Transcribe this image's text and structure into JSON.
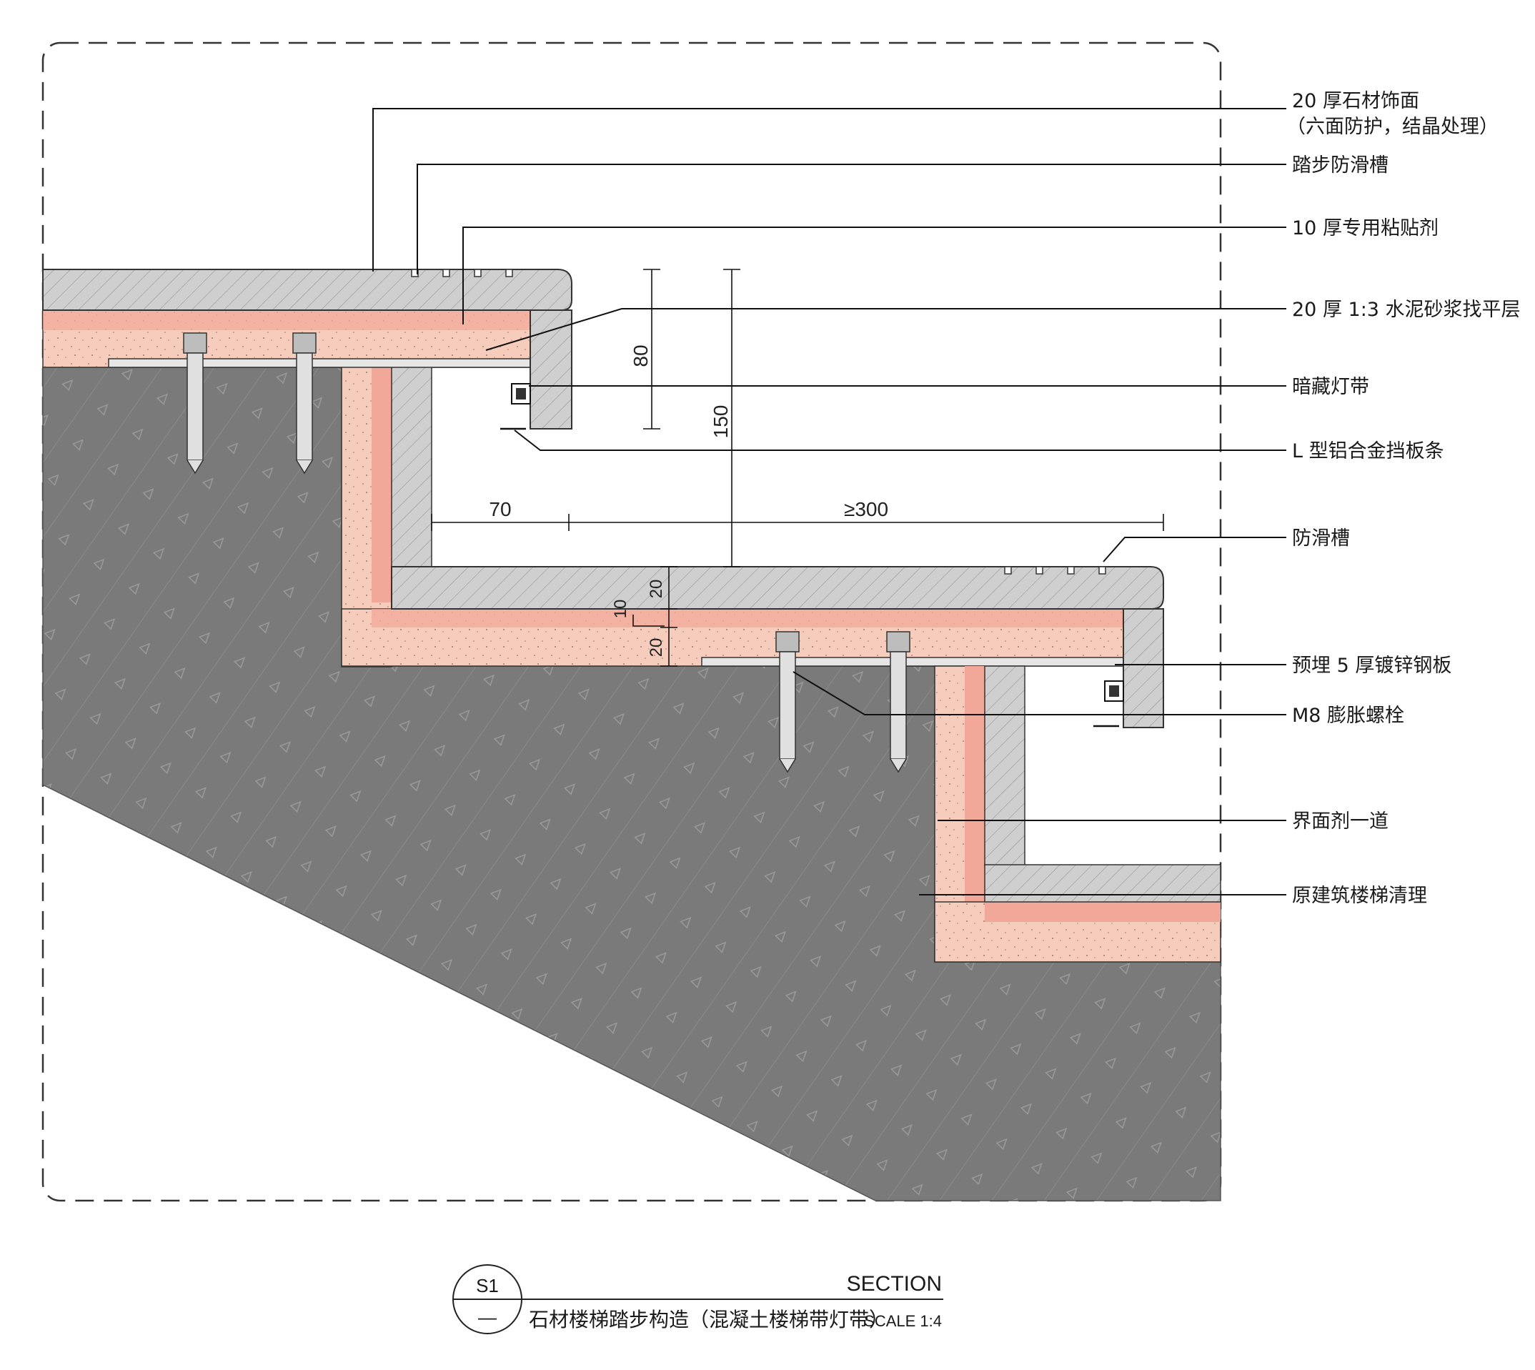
{
  "callouts": {
    "stone_facing_line1": "20 厚石材饰面",
    "stone_facing_line2": "（六面防护，结晶处理）",
    "tread_antislip_groove": "踏步防滑槽",
    "adhesive": "10 厚专用粘贴剂",
    "mortar_leveling": "20 厚 1:3 水泥砂浆找平层",
    "hidden_light_strip": "暗藏灯带",
    "l_aluminum_strip": "L 型铝合金挡板条",
    "antislip_groove": "防滑槽",
    "embedded_steel_plate": "预埋 5 厚镀锌钢板",
    "expansion_bolt": "M8 膨胀螺栓",
    "interface_agent": "界面剂一道",
    "original_stair_cleaned": "原建筑楼梯清理"
  },
  "dimensions": {
    "riser_80": "80",
    "total_150": "150",
    "nosing_70": "70",
    "tread_300": "≥300",
    "stone_20": "20",
    "adhesive_10": "10",
    "mortar_20": "20"
  },
  "title_block": {
    "code": "S1",
    "dash": "—",
    "title": "石材楼梯踏步构造（混凝土楼梯带灯带）",
    "section": "SECTION",
    "scale": "SCALE 1:4"
  },
  "colors": {
    "concrete": "#7a7a7a",
    "stone": "#c9c9c9",
    "mortar": "#f4c8b8",
    "interface": "#f2a898",
    "steel_plate": "#e6e6e6",
    "line": "#111111"
  }
}
